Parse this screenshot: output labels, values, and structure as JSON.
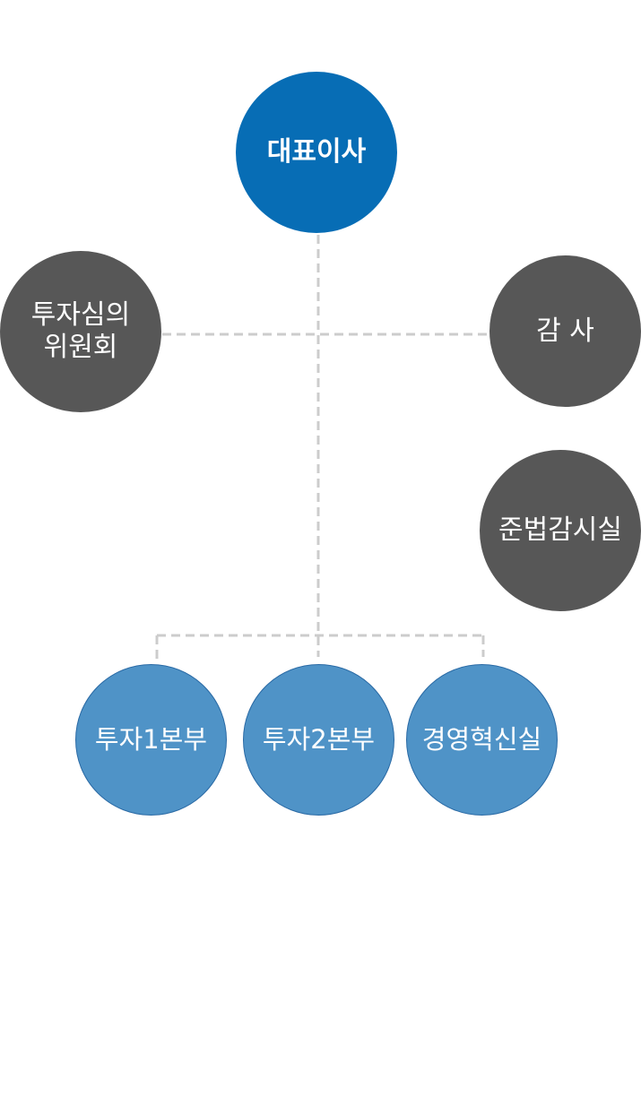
{
  "org_chart": {
    "ceo": {
      "label": "대표이사"
    },
    "committee": {
      "label": "투자심의\n위원회"
    },
    "auditor": {
      "label": "감 사"
    },
    "compliance": {
      "label": "준법감시실"
    },
    "departments": [
      {
        "label": "투자1본부"
      },
      {
        "label": "투자2본부"
      },
      {
        "label": "경영혁신실"
      }
    ]
  },
  "colors": {
    "ceo": "#076db5",
    "staff": "#575757",
    "department": "#4f93c7",
    "connector": "#cccccc",
    "text": "#ffffff"
  }
}
